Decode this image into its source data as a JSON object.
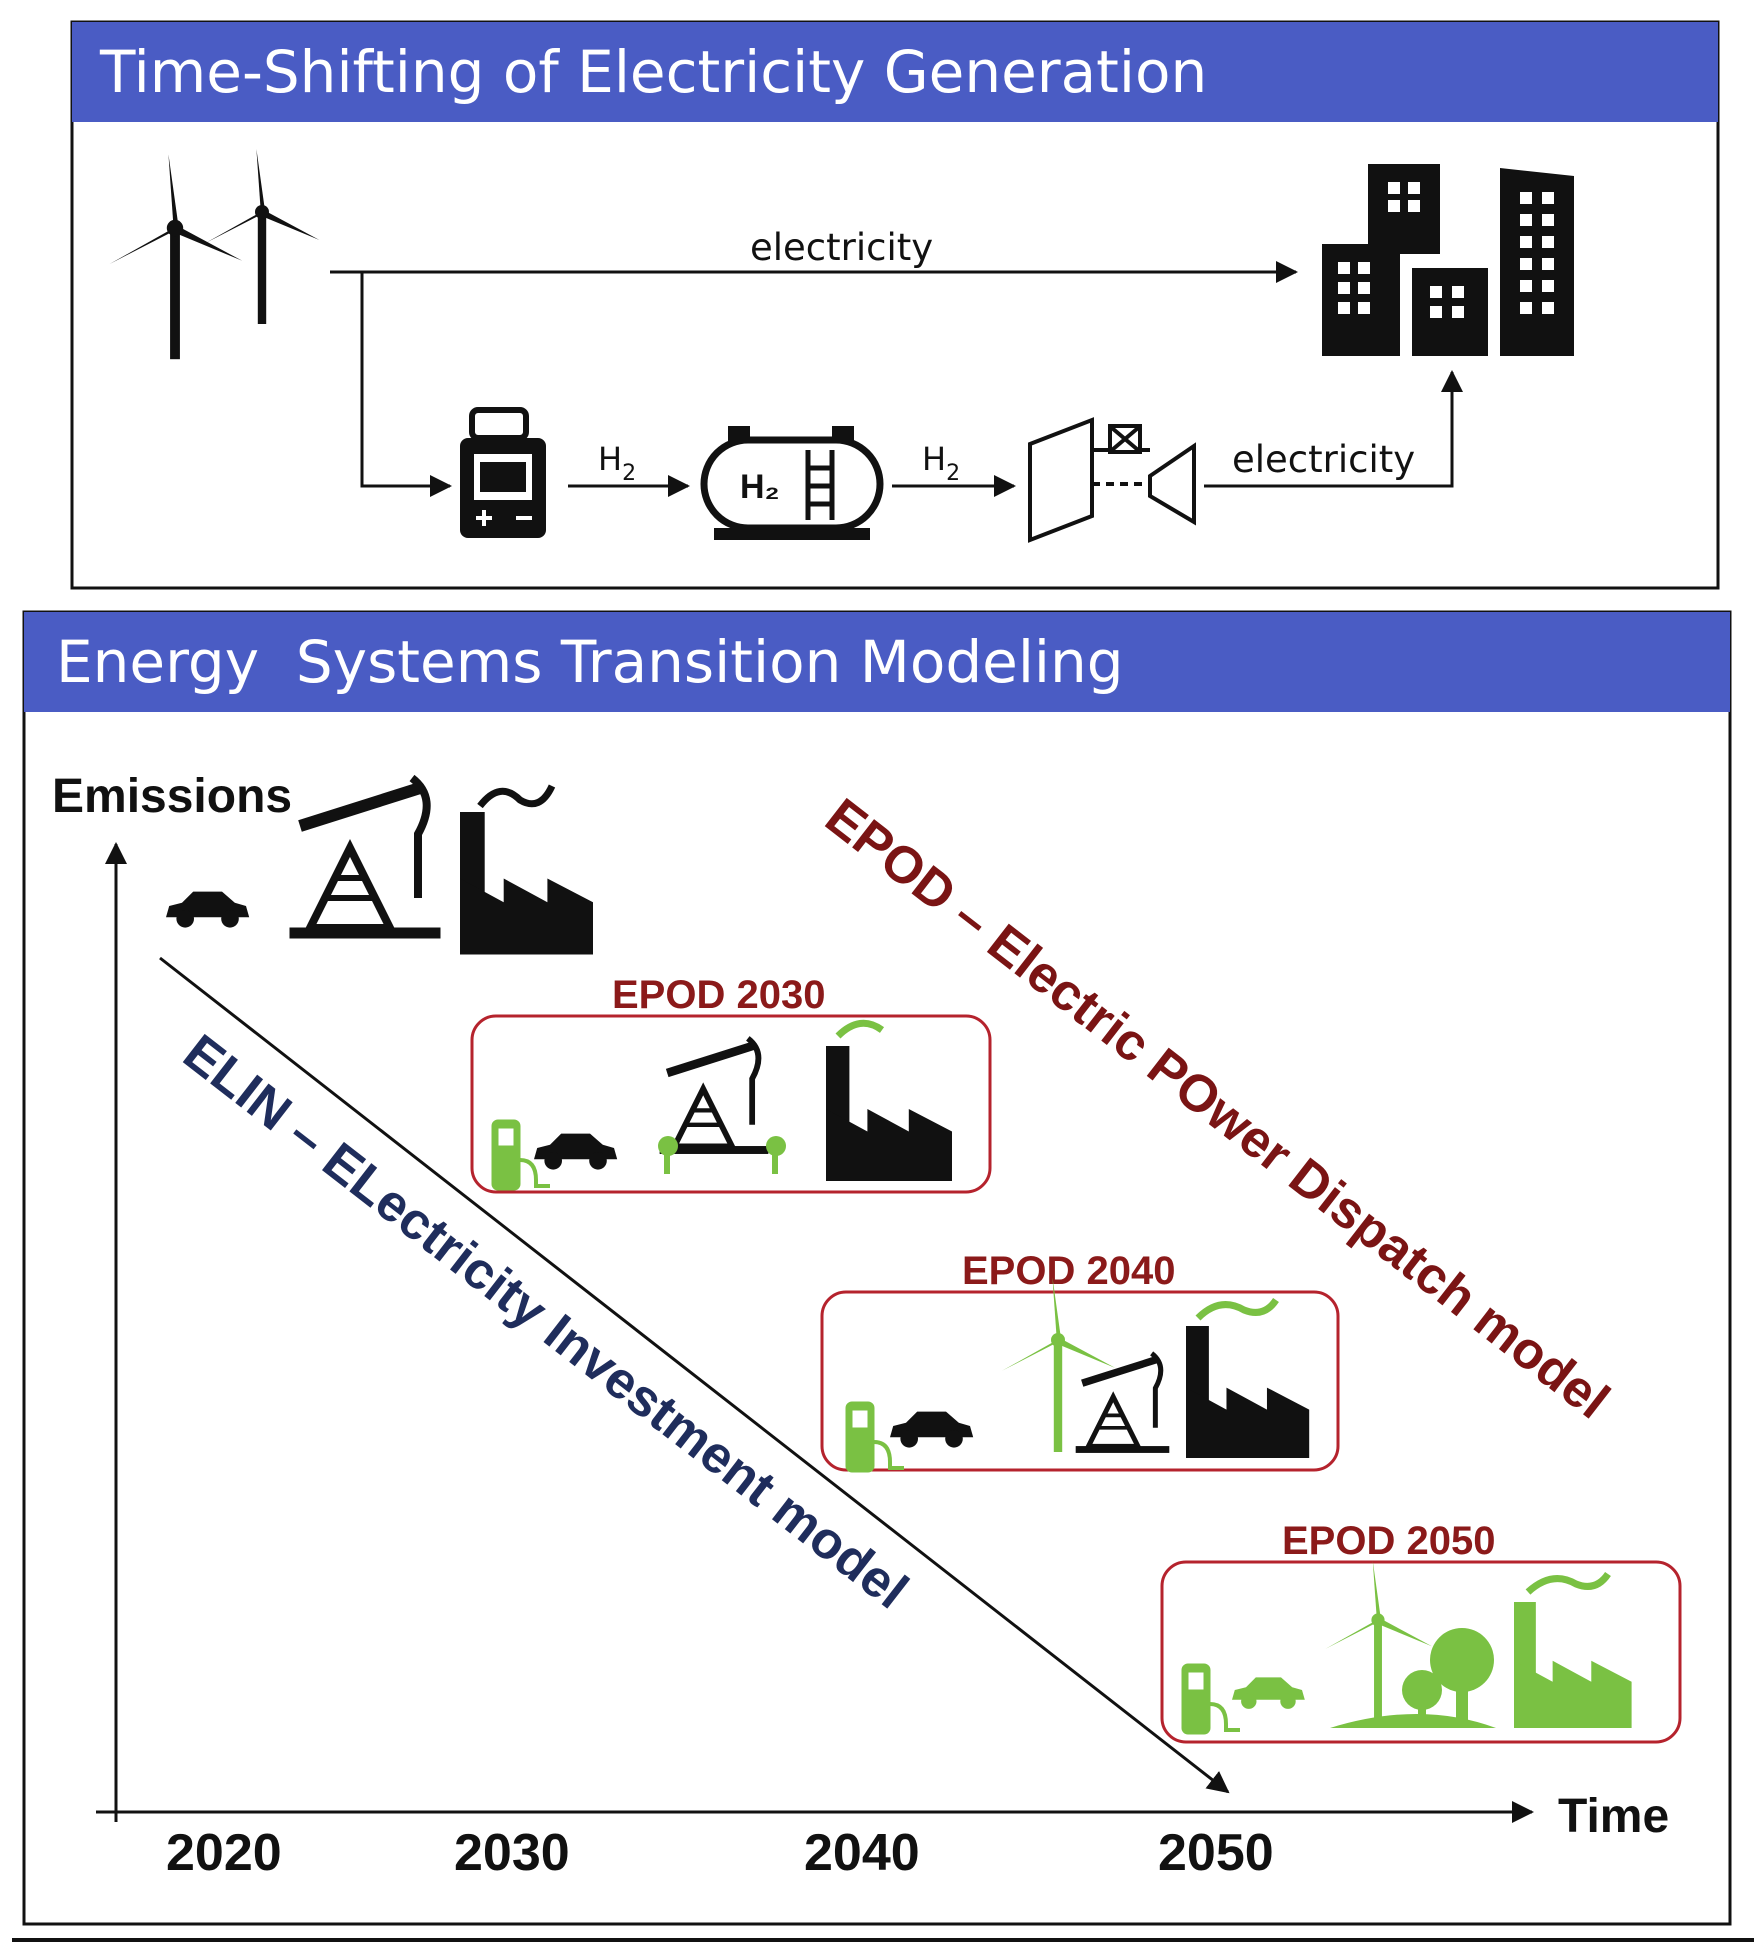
{
  "panel_top": {
    "title": "Time-Shifting of Electricity Generation",
    "direct_flow_label": "electricity",
    "h2_label_1": "H",
    "h2_sub_1": "2",
    "h2_label_2": "H",
    "h2_sub_2": "2",
    "tank_label": "H₂",
    "return_flow_label": "electricity",
    "icons": [
      "wind-turbines-icon",
      "electrolyzer-icon",
      "hydrogen-tank-icon",
      "gas-turbine-icon",
      "city-buildings-icon"
    ]
  },
  "panel_bottom": {
    "title": "Energy  Systems Transition Modeling",
    "y_axis_label": "Emissions",
    "x_axis_label": "Time",
    "years": [
      "2020",
      "2030",
      "2040",
      "2050"
    ],
    "epod_model_label": "EPOD – Electric POwer Dispatch model",
    "elin_model_label": "ELIN – ELectricity Investment model",
    "stages": [
      {
        "label": "EPOD 2030"
      },
      {
        "label": "EPOD 2040"
      },
      {
        "label": "EPOD 2050"
      }
    ],
    "colors": {
      "header_blue": "#4a5cc4",
      "epod_red": "#7a1414",
      "elin_blue": "#1f2d5c",
      "green": "#7ac143",
      "box_border": "#b5232d"
    }
  }
}
